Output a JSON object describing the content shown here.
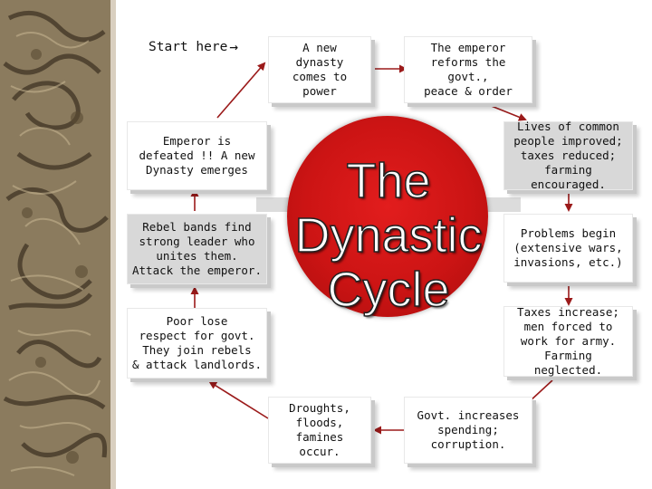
{
  "start_label": "Start here",
  "title": {
    "line1": "The",
    "line2": "Dynastic",
    "line3": "Cycle"
  },
  "colors": {
    "arrow": "#9b1a1a",
    "circle": "#d61818"
  },
  "steps": [
    {
      "id": "new-dynasty",
      "lines": [
        "A new",
        "dynasty",
        "comes to power"
      ]
    },
    {
      "id": "emperor-reforms",
      "lines": [
        "The emperor",
        "reforms the govt.,",
        "peace & order"
      ]
    },
    {
      "id": "lives-improved",
      "lines": [
        "Lives of common",
        "people improved;",
        "taxes reduced;",
        "farming encouraged."
      ]
    },
    {
      "id": "problems-begin",
      "lines": [
        "Problems begin",
        "(extensive wars,",
        "invasions, etc.)"
      ]
    },
    {
      "id": "taxes-increase",
      "lines": [
        "Taxes increase;",
        "men forced to",
        "work for army.",
        "Farming neglected."
      ]
    },
    {
      "id": "govt-spending",
      "lines": [
        "Govt. increases",
        "spending;",
        "corruption."
      ]
    },
    {
      "id": "disasters",
      "lines": [
        "Droughts,",
        "floods,",
        "famines occur."
      ]
    },
    {
      "id": "poor-lose-respect",
      "lines": [
        "Poor lose",
        "respect for govt.",
        "They join rebels",
        "& attack landlords."
      ]
    },
    {
      "id": "rebel-bands",
      "lines": [
        "Rebel bands find",
        "strong leader who",
        "unites them.",
        "Attack the emperor."
      ]
    },
    {
      "id": "emperor-defeated",
      "lines": [
        "Emperor is",
        "defeated !! A new",
        "Dynasty emerges"
      ]
    }
  ]
}
